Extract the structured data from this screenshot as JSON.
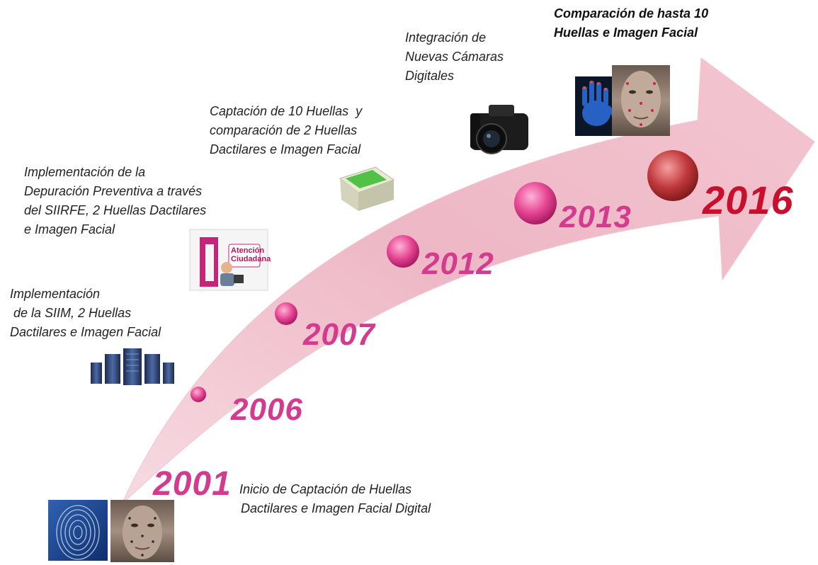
{
  "timeline": {
    "milestones": [
      {
        "year": "2001",
        "lines": [
          "Inicio de Captación de Huellas",
          "Dactilares e Imagen Facial Digital"
        ]
      },
      {
        "year": "2006",
        "lines": [
          "Implementación",
          " de la SIIM, 2 Huellas",
          "Dactilares e Imagen Facial"
        ]
      },
      {
        "year": "2007",
        "lines": [
          "Implementación de la",
          "Depuración Preventiva a través",
          "del SIIRFE, 2 Huellas Dactilares",
          "e Imagen Facial"
        ]
      },
      {
        "year": "2012",
        "lines": [
          "Captación de 10 Huellas  y",
          "comparación de 2 Huellas",
          "Dactilares e Imagen Facial"
        ]
      },
      {
        "year": "2013",
        "lines": [
          "Integración de",
          "Nuevas Cámaras",
          "Digitales"
        ]
      },
      {
        "year": "2016",
        "lines": [
          "Comparación de hasta 10",
          "Huellas e Imagen Facial"
        ]
      }
    ],
    "kiosk_label": [
      "Atención",
      "Ciudadana"
    ],
    "colors": {
      "arrow": "#f2b8c6",
      "node": "#e0408c",
      "node_final": "#b8262c",
      "year": "#d33c8e",
      "year_final": "#c8102e"
    }
  }
}
